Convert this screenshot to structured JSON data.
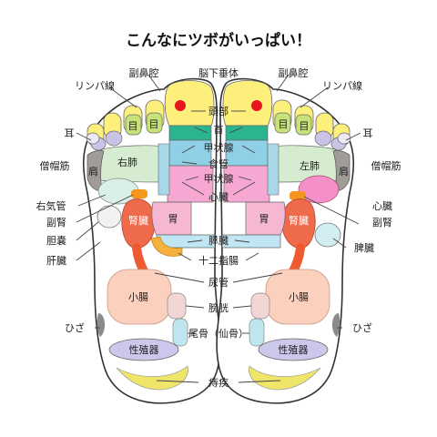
{
  "title": "こんなにツボがいっぱい！",
  "labels": {
    "nose": "副鼻腔",
    "pituitary": "脳下垂体",
    "lymph": "リンパ線",
    "head": "頭部",
    "eye": "目",
    "neck": "首",
    "ear": "耳",
    "thyroid": "甲状腺",
    "esophagus": "食管",
    "trapezius": "僧帽筋",
    "shoulder": "肩",
    "right_lung": "右肺",
    "left_lung": "左肺",
    "heart": "心臓",
    "trachea": "右気管",
    "adrenal": "副腎",
    "kidney": "腎臓",
    "stomach": "胃",
    "gallbladder": "胆嚢",
    "pancreas": "膵臓",
    "spleen": "脾臓",
    "liver": "肝臓",
    "duodenum": "十二指腸",
    "ureter": "尿管",
    "small_intestine": "小腸",
    "bladder": "膀胱",
    "knee": "ひざ",
    "coccyx": "尾骨（仙骨）",
    "genitals": "性殖器",
    "hemorrhoid": "痔疾"
  },
  "colors": {
    "toe_yellow": "#fcef7c",
    "pituitary_red": "#e8141e",
    "eye_green": "#c8e27a",
    "lymph_lavender": "#c9c3e6",
    "neck_teal": "#2bb58f",
    "lung_green": "#d6ecd0",
    "thyroid_blue": "#8fd0e6",
    "esophagus_pink": "#f6a8d2",
    "heart_magenta": "#f58fc8",
    "kidney_red": "#ef6a4a",
    "ureter_red": "#ee5a32",
    "stomach_pink": "#f5b7d2",
    "pancreas_blue": "#bfe6f2",
    "intestine_peach": "#fbd0bc",
    "genital_lavender": "#ccc8ec",
    "shoulder_gray": "#a19c98",
    "knee_gray": "#8b8b8b",
    "heel_yellow": "#efe56a",
    "adrenal_orange": "#f5961e",
    "duodenum_orange": "#f6b040"
  }
}
